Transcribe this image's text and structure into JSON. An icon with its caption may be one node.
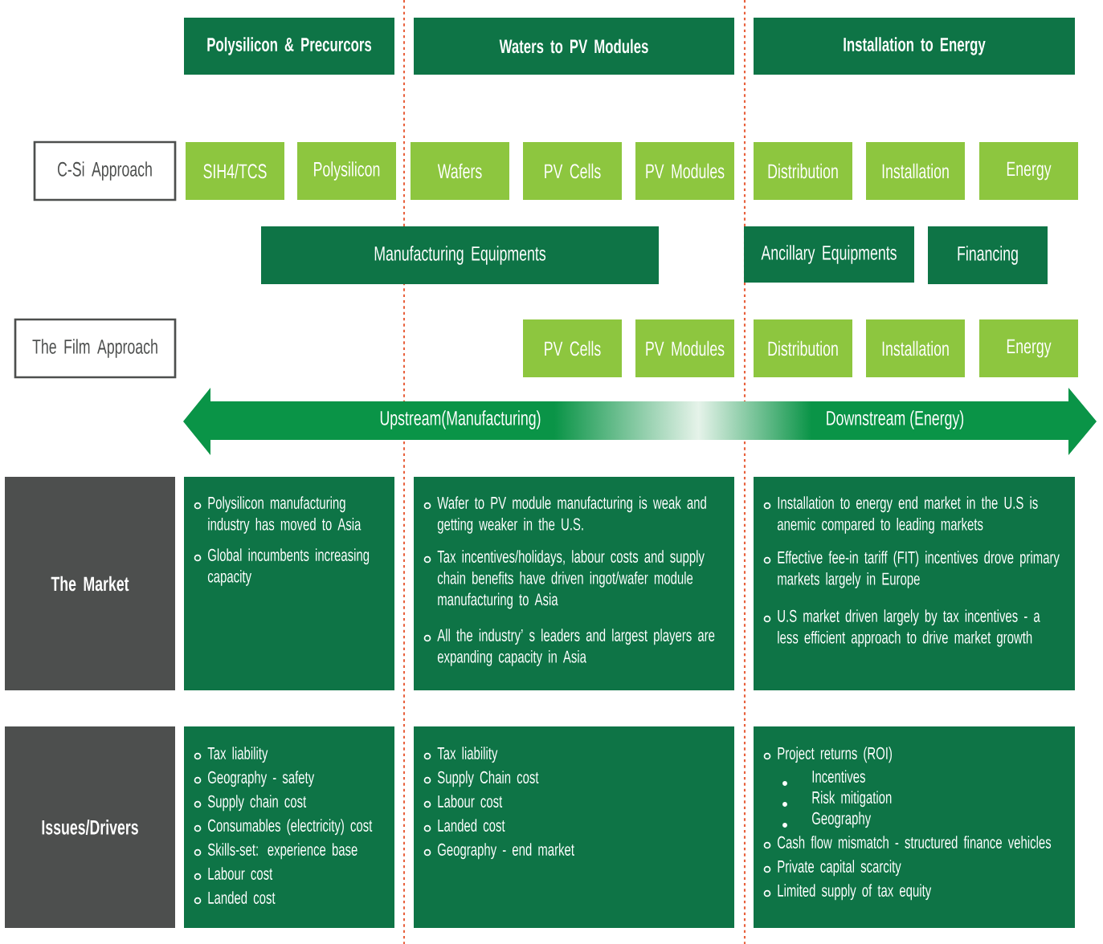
{
  "diagram": {
    "nodes": [
      {
        "text": [
          "Polysilicon & Precurcors"
        ]
      },
      {
        "text": [
          "Waters to PV Modules"
        ]
      },
      {
        "text": [
          "Installation to Energy"
        ]
      },
      {
        "text": [
          "C-Si Approach"
        ]
      },
      {
        "text": [
          "SIH4/TCS"
        ]
      },
      {
        "text": [
          "Polysilicon"
        ]
      },
      {
        "text": [
          "Wafers"
        ]
      },
      {
        "text": [
          "PV Cells"
        ]
      },
      {
        "text": [
          "PV Modules"
        ]
      },
      {
        "text": [
          "Distribution"
        ]
      },
      {
        "text": [
          "Installation"
        ]
      },
      {
        "text": [
          "Energy"
        ]
      },
      {
        "text": [
          "Manufacturing Equipments"
        ]
      },
      {
        "text": [
          "Ancillary Equipments"
        ]
      },
      {
        "text": [
          "Financing"
        ]
      },
      {
        "text": [
          "The Film Approach"
        ]
      },
      {
        "text": [
          "PV Cells"
        ]
      },
      {
        "text": [
          "PV Modules"
        ]
      },
      {
        "text": [
          "Distribution"
        ]
      },
      {
        "text": [
          "Installation"
        ]
      },
      {
        "text": [
          "Energy"
        ]
      },
      {
        "text": [
          "Upstream(Manufacturing)",
          "Downstream (Energy)"
        ]
      },
      {
        "text": [
          "The Market"
        ]
      },
      {
        "text": [
          "Polysilicon manufacturing industry has moved to Asia",
          "Global incumbents increasing capacity"
        ]
      },
      {
        "text": [
          "Wafer to PV module manufacturing is weak and getting weaker in the U.S.",
          "Tax incentives/holidays, labour costs and supply chain benefits have driven ingot/wafer module manufacturing to Asia",
          "All the industry’ s leaders and largest players are expanding capacity in Asia"
        ]
      },
      {
        "text": [
          "Installation to energy end market in the U.S is anemic compared to leading markets",
          "Effective fee-in tariff (FIT) incentives drove primary markets largely in Europe",
          "U.S market driven largely by tax incentives - a less efficient approach to drive market growth"
        ]
      },
      {
        "text": [
          "Issues/Drivers"
        ]
      },
      {
        "text": [
          "Tax liability",
          "Geography - safety",
          "Supply chain cost",
          "Consumables (electricity) cost",
          "Skills-set: experience base",
          "Labour cost",
          "Landed cost"
        ]
      },
      {
        "text": [
          "Tax liability",
          "Supply Chain cost",
          "Labour cost",
          "Landed cost",
          "Geography - end market"
        ]
      },
      {
        "text": [
          "Project returns (ROI)",
          "Incentives",
          "Risk mitigation",
          "Geography",
          "Cash flow mismatch - structured finance vehicles",
          "Private capital scarcity",
          "Limited supply of tax equity"
        ]
      }
    ]
  }
}
